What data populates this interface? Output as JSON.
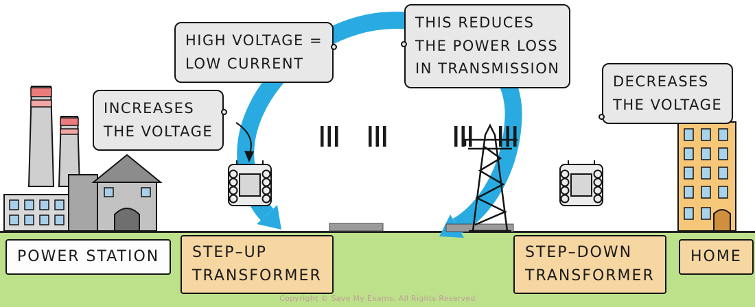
{
  "colors": {
    "arrow_blue": "#29abe2",
    "ground_green": "#bce18a",
    "bubble_gray": "#e8e8e8",
    "label_tan": "#f6d7a2",
    "label_white": "#fdfdfd",
    "chimney_stripe_red": "#ee7b7b",
    "home_orange": "#f6c779"
  },
  "callouts": {
    "increases_voltage": {
      "line1": "INCREASES",
      "line2": "THE VOLTAGE"
    },
    "high_voltage": {
      "line1": "HIGH VOLTAGE =",
      "line2": "LOW CURRENT"
    },
    "power_loss": {
      "line1": "THIS REDUCES",
      "line2": "THE POWER LOSS",
      "line3": "IN TRANSMISSION"
    },
    "decreases_voltage": {
      "line1": "DECREASES",
      "line2": "THE VOLTAGE"
    }
  },
  "labels": {
    "power_station": "POWER STATION",
    "step_up_line1": "STEP–UP",
    "step_up_line2": "TRANSFORMER",
    "step_down_line1": "STEP–DOWN",
    "step_down_line2": "TRANSFORMER",
    "home": "HOME"
  },
  "icons": {
    "power_station": "power-station-illustration",
    "step_up_transformer": "transformer-coil-icon",
    "step_down_transformer": "transformer-coil-icon",
    "pylon": "transmission-pylon-icon",
    "home": "house-illustration",
    "flow_arrows": "blue-cycle-arrows"
  },
  "footer": {
    "copyright": "Copyright © Save My Exams. All Rights Reserved"
  }
}
